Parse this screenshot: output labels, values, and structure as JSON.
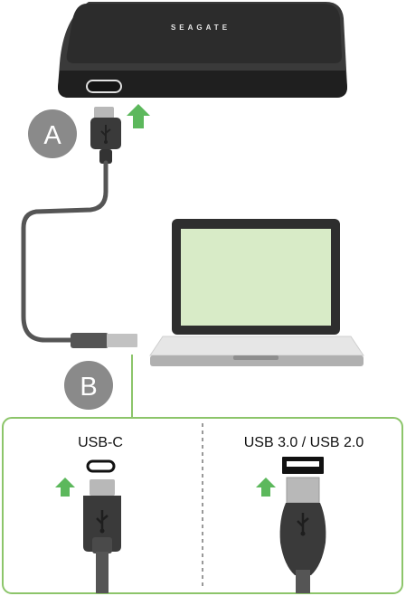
{
  "drive": {
    "brand": "SEAGATE"
  },
  "steps": {
    "a": "A",
    "b": "B"
  },
  "ports": {
    "left_label": "USB-C",
    "right_label": "USB 3.0 / USB 2.0"
  },
  "colors": {
    "arrow_green": "#5cb85c",
    "panel_border": "#8cc56a",
    "screen_green": "#d8ebc7",
    "badge_grey": "#8a8a8a",
    "dark_plastic": "#333333"
  },
  "icons": {
    "usb_symbol": "usb-trident-icon",
    "arrow": "up-arrow-icon"
  }
}
